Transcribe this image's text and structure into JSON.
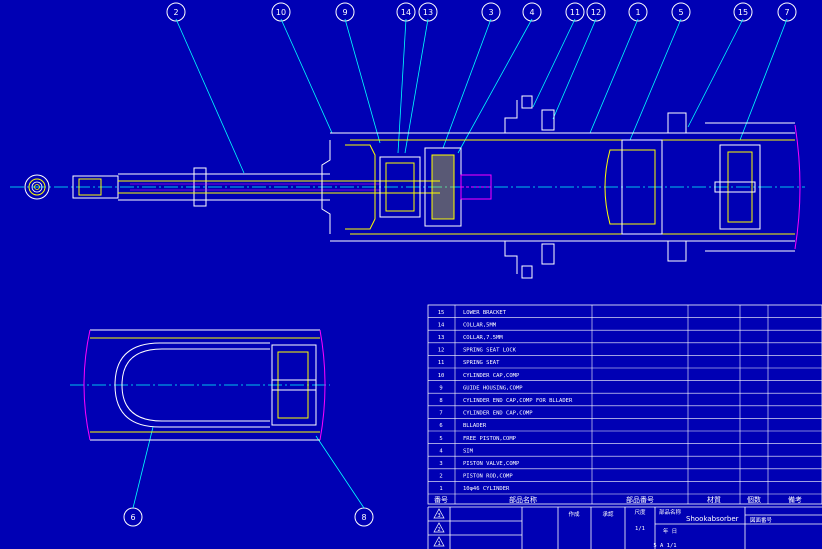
{
  "drawing": {
    "background": "#0000b4",
    "line_color": "#ffff00",
    "outline_color": "#ffffff",
    "center_line_color": "#00ffff",
    "leader_color": "#00ffff",
    "balloons_top": [
      "2",
      "10",
      "9",
      "14",
      "13",
      "3",
      "4",
      "11",
      "12",
      "1",
      "5",
      "15",
      "7"
    ],
    "balloons_bottom": [
      "6",
      "8"
    ]
  },
  "bom": {
    "rows": [
      {
        "no": "15",
        "name": "LOWER BRACKET"
      },
      {
        "no": "14",
        "name": "COLLAR,5MM"
      },
      {
        "no": "13",
        "name": "COLLAR,7.5MM"
      },
      {
        "no": "12",
        "name": "SPRING SEAT LOCK"
      },
      {
        "no": "11",
        "name": "SPRING SEAT"
      },
      {
        "no": "10",
        "name": "CYLINDER CAP,COMP"
      },
      {
        "no": "9",
        "name": "GUIDE HOUSING,COMP"
      },
      {
        "no": "8",
        "name": "CYLINDER END CAP,COMP FOR BLLADER"
      },
      {
        "no": "7",
        "name": "CYLINDER END CAP,COMP"
      },
      {
        "no": "6",
        "name": "BLLADER"
      },
      {
        "no": "5",
        "name": "FREE PISTON,COMP"
      },
      {
        "no": "4",
        "name": "SIM"
      },
      {
        "no": "3",
        "name": "PISTON VALVE,COMP"
      },
      {
        "no": "2",
        "name": "PISTON ROD,COMP"
      },
      {
        "no": "1",
        "name": "10φ46 CYLINDER"
      }
    ],
    "header": {
      "no": "番号",
      "name": "部品名称",
      "part_no": "部品番号",
      "qty": "材質",
      "count": "個数",
      "remarks": "備考"
    }
  },
  "title_block": {
    "rev_marks": [
      "3",
      "2",
      "1"
    ],
    "drawn": "作成",
    "approved": "承認",
    "scale_label": "尺度",
    "scale_value": "1/1",
    "name_label": "部品名称",
    "name_value": "Shookabsorber",
    "drawing_no_label": "図面番号",
    "date_label": "年 日",
    "bottom_text": "5 A 1/1"
  }
}
